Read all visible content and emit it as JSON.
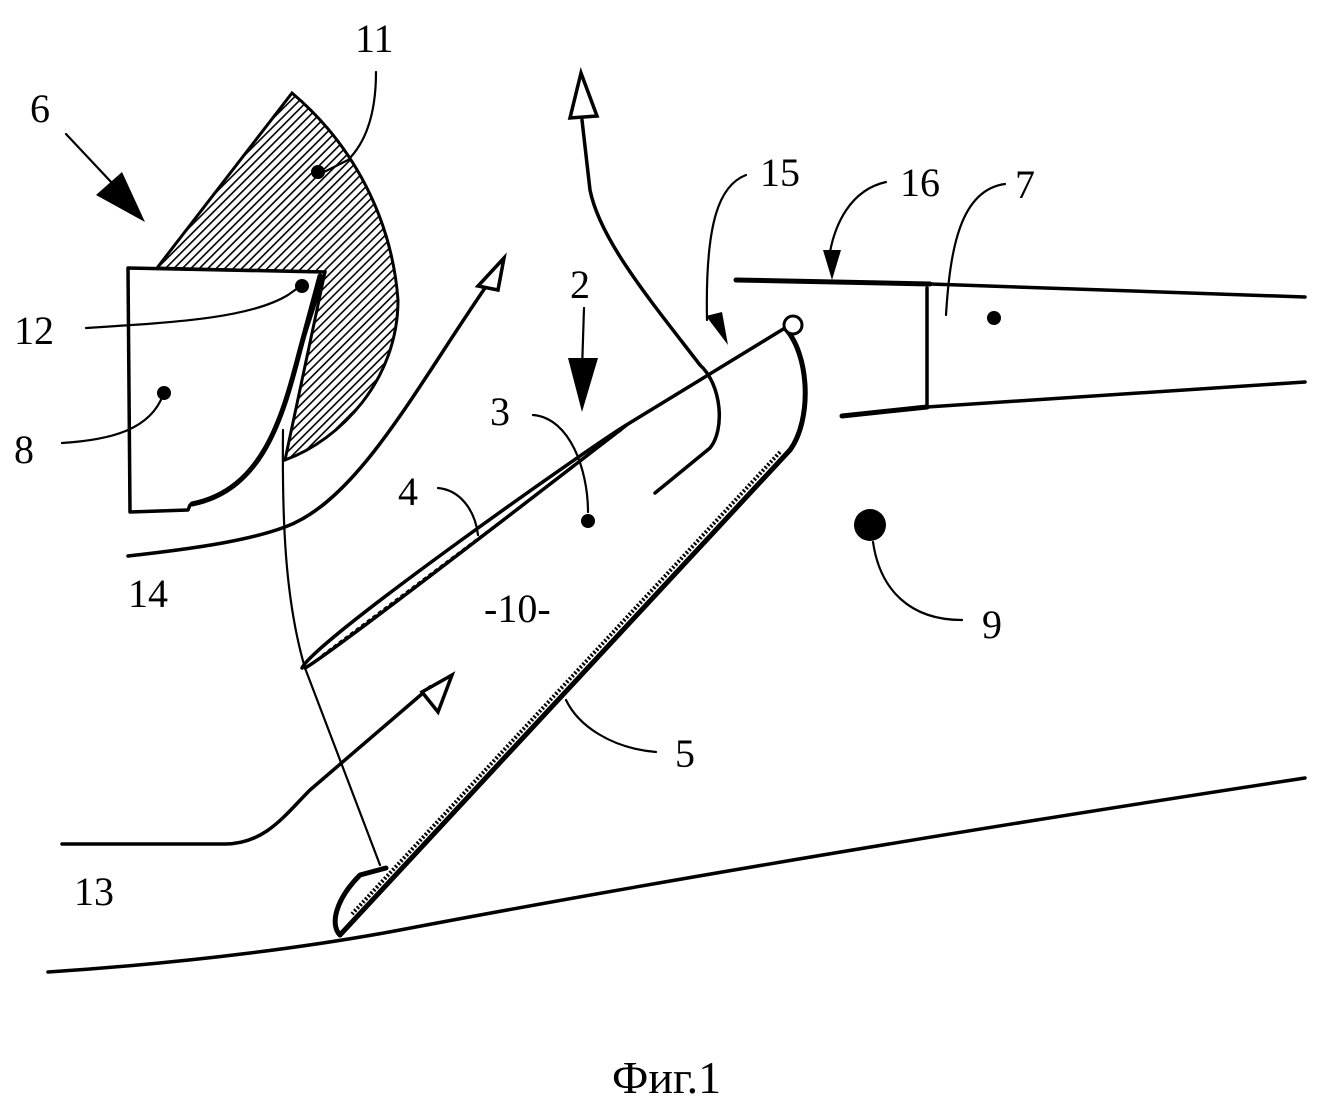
{
  "figure": {
    "caption": "Фиг.1",
    "colors": {
      "ink": "#000000",
      "background": "#ffffff",
      "hatch": "#000000"
    },
    "labels": [
      {
        "id": "6",
        "text": "6",
        "refers_to": "assembly-arrow"
      },
      {
        "id": "11",
        "text": "11",
        "refers_to": "hatched-sector"
      },
      {
        "id": "12",
        "text": "12",
        "refers_to": "pivot-point"
      },
      {
        "id": "8",
        "text": "8",
        "refers_to": "left-block"
      },
      {
        "id": "14",
        "text": "14",
        "refers_to": "upper-flow-path"
      },
      {
        "id": "13",
        "text": "13",
        "refers_to": "lower-flow-path"
      },
      {
        "id": "2",
        "text": "2",
        "refers_to": "flap-assembly"
      },
      {
        "id": "3",
        "text": "3",
        "refers_to": "flap-body"
      },
      {
        "id": "4",
        "text": "4",
        "refers_to": "upper-flap-surface"
      },
      {
        "id": "10",
        "text": "-10-",
        "refers_to": "channel"
      },
      {
        "id": "5",
        "text": "5",
        "refers_to": "lower-flap-surface"
      },
      {
        "id": "15",
        "text": "15",
        "refers_to": "flap-top-edge"
      },
      {
        "id": "16",
        "text": "16",
        "refers_to": "upper-plate"
      },
      {
        "id": "7",
        "text": "7",
        "refers_to": "right-channel"
      },
      {
        "id": "9",
        "text": "9",
        "refers_to": "axis-point"
      }
    ]
  }
}
